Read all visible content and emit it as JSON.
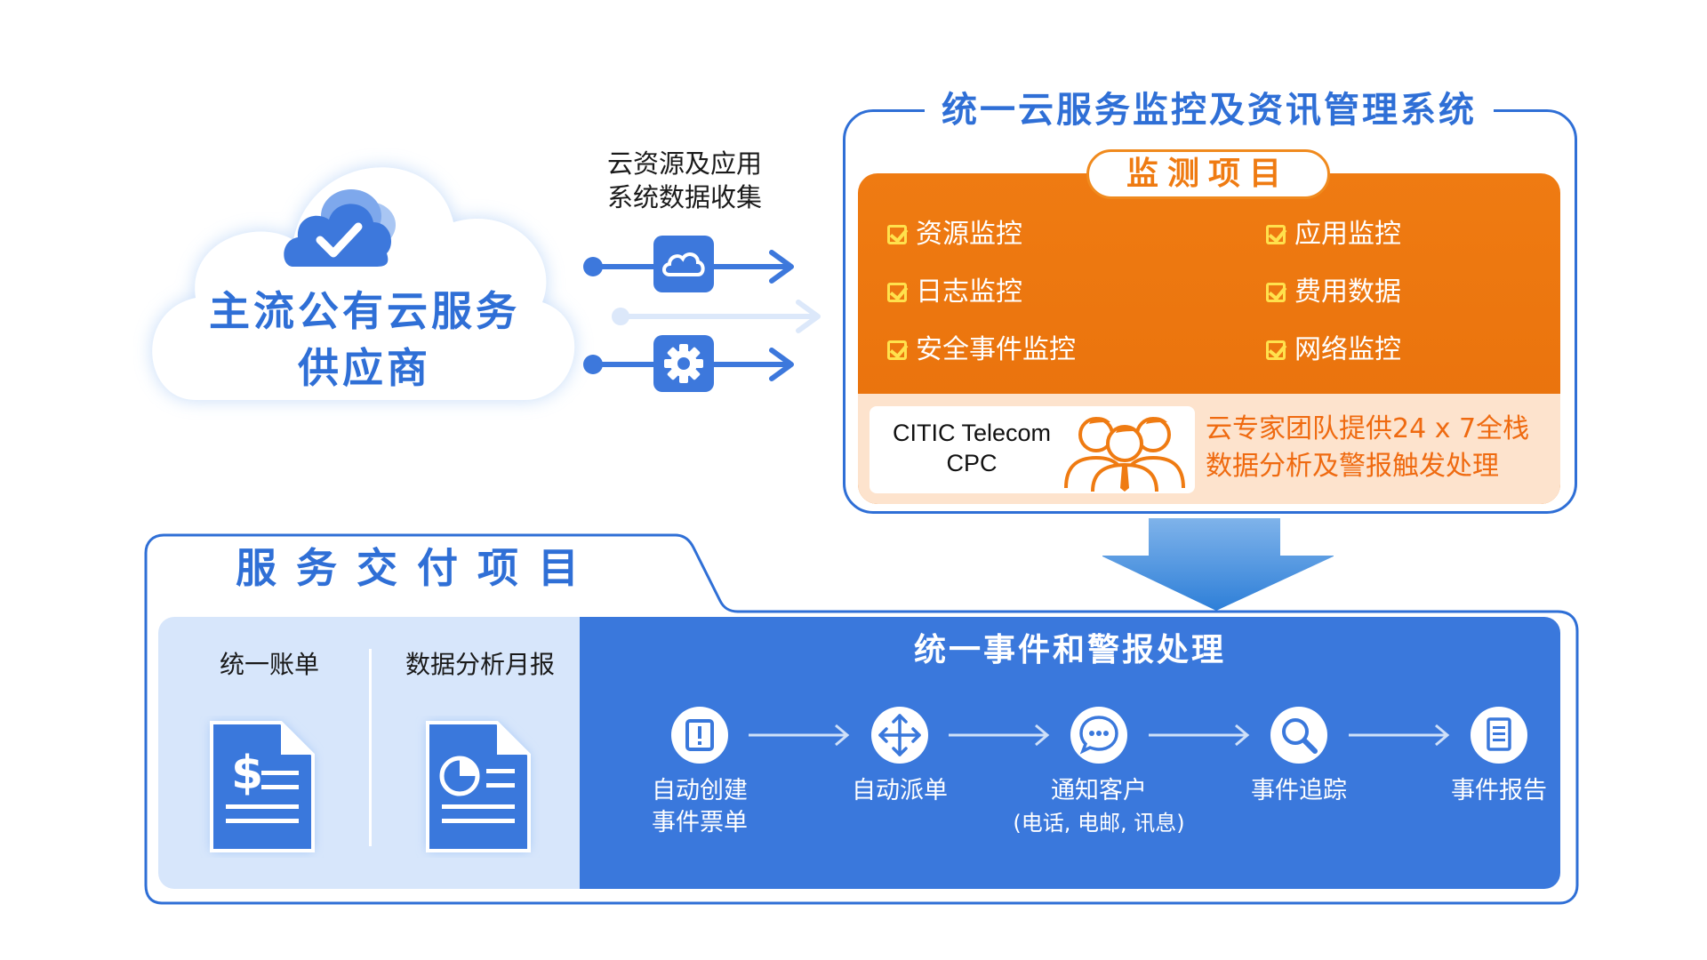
{
  "cloud": {
    "title_line1": "主流公有云服务",
    "title_line2": "供应商"
  },
  "collection": {
    "label_line1": "云资源及应用",
    "label_line2": "系统数据收集"
  },
  "system": {
    "title": "统一云服务监控及资讯管理系统",
    "monitor_title": "监测项目",
    "items": [
      "资源监控",
      "应用监控",
      "日志监控",
      "费用数据",
      "安全事件监控",
      "网络监控"
    ],
    "company_line1": "CITIC Telecom",
    "company_line2": "CPC",
    "expert_line1": "云专家团队提供24 x 7全栈",
    "expert_line2": "数据分析及警报触发处理"
  },
  "delivery": {
    "title": "服务交付项目",
    "bill_label": "统一账单",
    "report_label": "数据分析月报",
    "event_title": "统一事件和警报处理",
    "steps": [
      {
        "line1": "自动创建",
        "line2": "事件票单"
      },
      {
        "line1": "自动派单",
        "line2": ""
      },
      {
        "line1": "通知客户",
        "line2": "(电话, 电邮, 讯息)"
      },
      {
        "line1": "事件追踪",
        "line2": ""
      },
      {
        "line1": "事件报告",
        "line2": ""
      }
    ]
  },
  "icons": {
    "cloud": "cloud-check-icon",
    "collect_cloud": "cloud-icon",
    "collect_gear": "gear-icon",
    "people": "team-icon",
    "bill": "bill-document-icon",
    "report": "pie-report-icon",
    "steps": [
      "alert-ticket-icon",
      "dispatch-arrows-icon",
      "chat-notify-icon",
      "search-icon",
      "report-icon"
    ]
  },
  "colors": {
    "primary_blue": "#2f6fd6",
    "panel_blue": "#3a78dc",
    "light_blue": "#d7e6fb",
    "orange": "#ef7b12",
    "peach": "#fde3cd",
    "check_yellow": "#ffe14d"
  }
}
